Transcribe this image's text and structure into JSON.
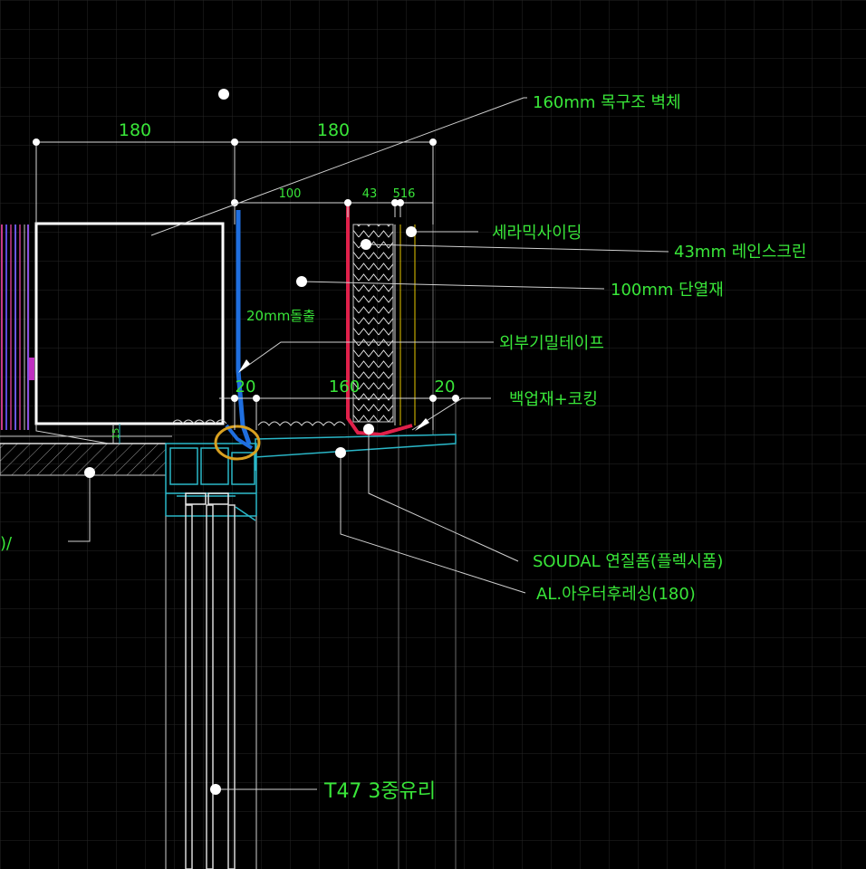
{
  "dimensions": {
    "top_left": "180",
    "top_right": "180",
    "sub_100": "100",
    "sub_43": "43",
    "sub_516": "516",
    "bottom_20_left": "20",
    "bottom_160": "160",
    "bottom_20_right": "20",
    "vertical_15": "15"
  },
  "labels": {
    "wood_wall": "160mm 목구조 벽체",
    "ceramic_siding": "세라믹사이딩",
    "rain_screen": "43mm 레인스크린",
    "insulation": "100mm 단열재",
    "projection": "20mm돌출",
    "airtight_tape": "외부기밀테이프",
    "backup_caulking": "백업재+코킹",
    "soudal_foam": "SOUDAL 연질폼(플렉시폼)",
    "al_flashing": "AL.아우터후레싱(180)",
    "glass": "T47 3중유리",
    "left_fragment": ")/"
  },
  "colors": {
    "background": "#000000",
    "grid": "#2a2a2a",
    "text": "#39e639",
    "leader": "#d8d8d8",
    "outline": "#ffffff",
    "membrane_blue": "#1f6fe0",
    "membrane_red": "#e0204a",
    "frame_cyan": "#2ab7c8",
    "foam_yellow": "#d8a020"
  }
}
